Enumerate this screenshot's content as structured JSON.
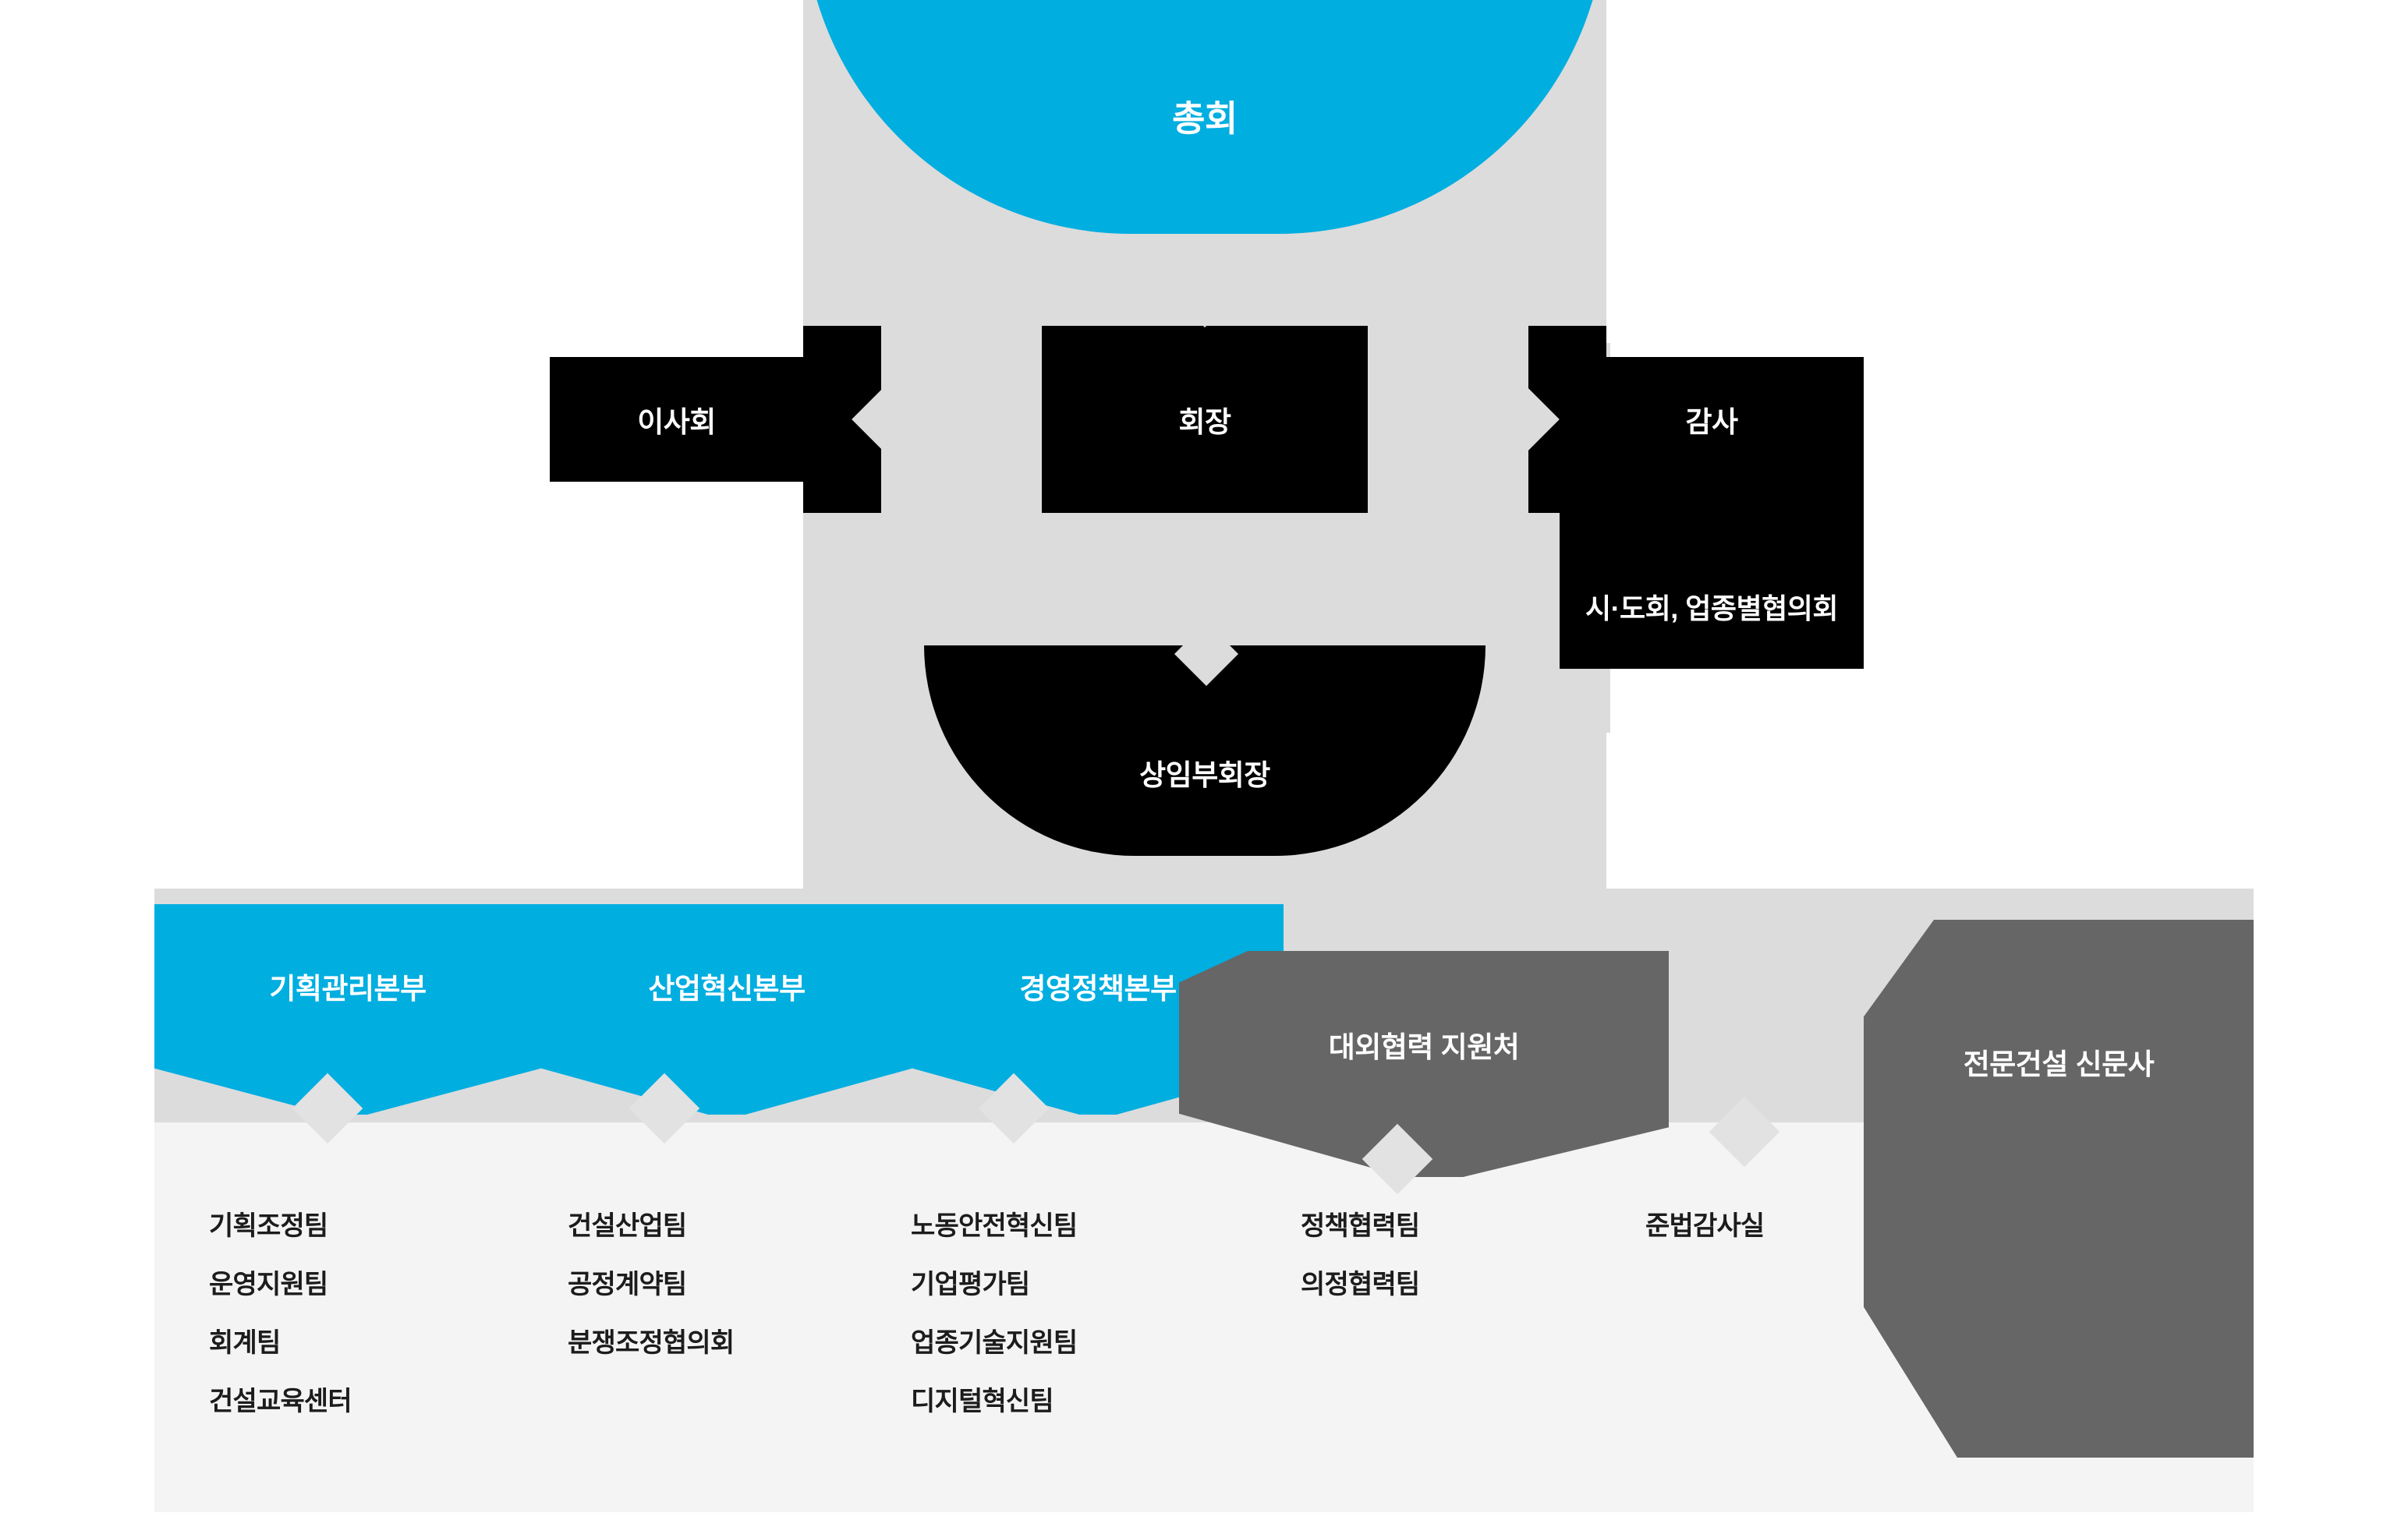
{
  "chart_data": {
    "type": "diagram",
    "title": "조직도",
    "colors": {
      "accent_cyan": "#00AEE0",
      "node_black": "#000000",
      "node_gray": "#666666",
      "rail_gray": "#dcdcdc",
      "panel_light": "#f4f4f4",
      "text_on_dark": "#ffffff",
      "text_on_light": "#1c1c1c"
    },
    "levels": [
      {
        "level": 1,
        "nodes": [
          {
            "label": "총회",
            "style": "cyan"
          }
        ]
      },
      {
        "level": 2,
        "nodes": [
          {
            "label": "이사회",
            "style": "black"
          },
          {
            "label": "회장",
            "style": "black"
          },
          {
            "label": "감사",
            "style": "black"
          }
        ]
      },
      {
        "level": 3,
        "nodes": [
          {
            "label": "시·도회, 업종별협의회",
            "style": "black"
          }
        ]
      },
      {
        "level": 4,
        "nodes": [
          {
            "label": "상임부회장",
            "style": "black"
          }
        ]
      },
      {
        "level": 5,
        "nodes": [
          {
            "label": "기획관리본부",
            "style": "cyan"
          },
          {
            "label": "산업혁신본부",
            "style": "cyan"
          },
          {
            "label": "경영정책본부",
            "style": "cyan"
          },
          {
            "label": "대외협력 지원처",
            "style": "gray"
          },
          {
            "label": "전문건설 신문사",
            "style": "gray"
          }
        ]
      }
    ]
  },
  "top": {
    "assembly": "총회"
  },
  "row2": {
    "board": "이사회",
    "chairman": "회장",
    "auditor": "감사"
  },
  "row3": {
    "regional": "시·도회, 업종별협의회"
  },
  "row4": {
    "standing_vice_chairman": "상임부회장"
  },
  "divisions": {
    "planning": "기획관리본부",
    "industry": "산업혁신본부",
    "management": "경영정책본부",
    "external": "대외협력 지원처",
    "newspaper": "전문건설 신문사"
  },
  "teams": {
    "planning": [
      "기획조정팀",
      "운영지원팀",
      "회계팀",
      "건설교육센터"
    ],
    "industry": [
      "건설산업팀",
      "공정계약팀",
      "분쟁조정협의회"
    ],
    "management": [
      "노동안전혁신팀",
      "기업평가팀",
      "업종기술지원팀",
      "디지털혁신팀"
    ],
    "external": [
      "정책협력팀",
      "의정협력팀"
    ],
    "audit": [
      "준법감사실"
    ]
  }
}
